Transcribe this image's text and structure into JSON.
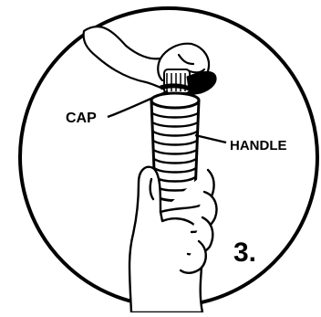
{
  "labels": {
    "cap": "CAP",
    "handle": "HANDLE",
    "step": "3."
  },
  "colors": {
    "ink": "#000000",
    "paper": "#ffffff"
  }
}
